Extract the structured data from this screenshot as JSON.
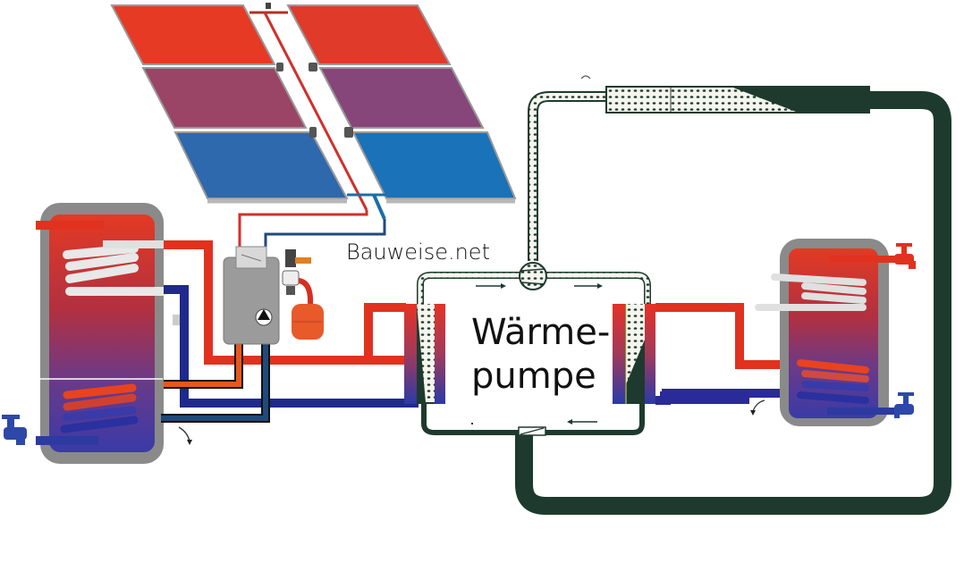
{
  "diagram": {
    "title": "Solar thermal + heat pump hot water system",
    "watermark": "Bauweise.net",
    "heat_pump_label_line1": "Wärme-",
    "heat_pump_label_line2": "pumpe",
    "components": [
      {
        "id": "solar-collectors",
        "label": "Solar collector array (2×3 panels)"
      },
      {
        "id": "left-storage-tank",
        "label": "Solar storage tank"
      },
      {
        "id": "solar-pump-station",
        "label": "Pump station with controller"
      },
      {
        "id": "expansion-vessel",
        "label": "Expansion vessel"
      },
      {
        "id": "heat-pump",
        "label": "Wärmepumpe"
      },
      {
        "id": "evaporator",
        "label": "Evaporator"
      },
      {
        "id": "condenser",
        "label": "Condenser"
      },
      {
        "id": "compressor",
        "label": "Compressor"
      },
      {
        "id": "expansion-valve",
        "label": "Expansion valve"
      },
      {
        "id": "outdoor-air-exchanger",
        "label": "Outdoor heat exchanger"
      },
      {
        "id": "right-storage-tank",
        "label": "Hot water tank"
      }
    ],
    "colors": {
      "hot": "#e8321e",
      "cold": "#1f2a8c",
      "refrigerant": "#1e3a2e",
      "tank_shell": "#8a8a8a",
      "panel_hot": "#e03a2a",
      "panel_cold": "#1a72b8"
    }
  }
}
